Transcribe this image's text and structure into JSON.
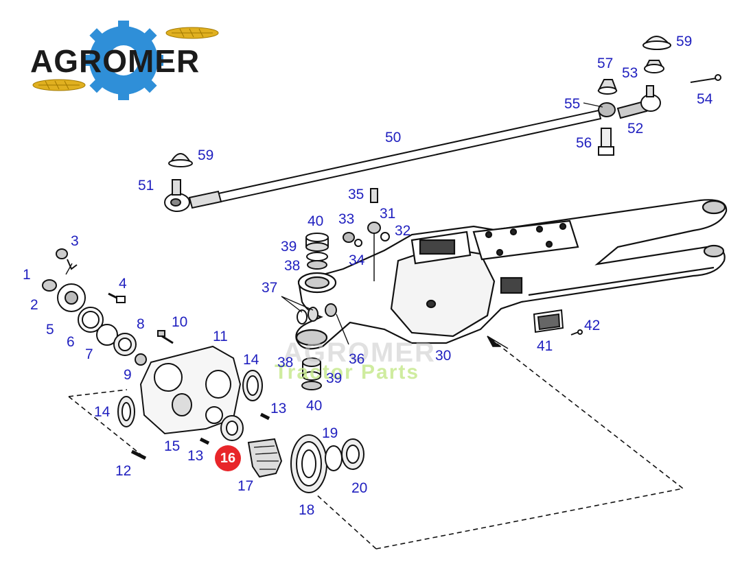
{
  "brand": {
    "logo_text": "AGROMER"
  },
  "watermark": {
    "line1": "AGROMER",
    "line2": "Tractor Parts"
  },
  "highlighted_part": "16",
  "callouts": {
    "c1": "1",
    "c2": "2",
    "c3": "3",
    "c4": "4",
    "c5": "5",
    "c6": "6",
    "c7": "7",
    "c8": "8",
    "c9": "9",
    "c10": "10",
    "c11": "11",
    "c12": "12",
    "c13a": "13",
    "c13b": "13",
    "c14a": "14",
    "c14b": "14",
    "c15": "15",
    "c17": "17",
    "c18": "18",
    "c19": "19",
    "c20": "20",
    "c30": "30",
    "c31": "31",
    "c32": "32",
    "c33": "33",
    "c34": "34",
    "c35": "35",
    "c36": "36",
    "c37": "37",
    "c38a": "38",
    "c38b": "38",
    "c39a": "39",
    "c39b": "39",
    "c40a": "40",
    "c40b": "40",
    "c41": "41",
    "c42": "42",
    "c50": "50",
    "c51": "51",
    "c52": "52",
    "c53": "53",
    "c54": "54",
    "c55": "55",
    "c56": "56",
    "c57": "57",
    "c59a": "59",
    "c59b": "59"
  },
  "colors": {
    "label": "#1f1fbf",
    "highlight": "#e8262a",
    "gear_blue": "#2f8fd8",
    "wheat_gold": "#e0b020",
    "line": "#111111"
  }
}
